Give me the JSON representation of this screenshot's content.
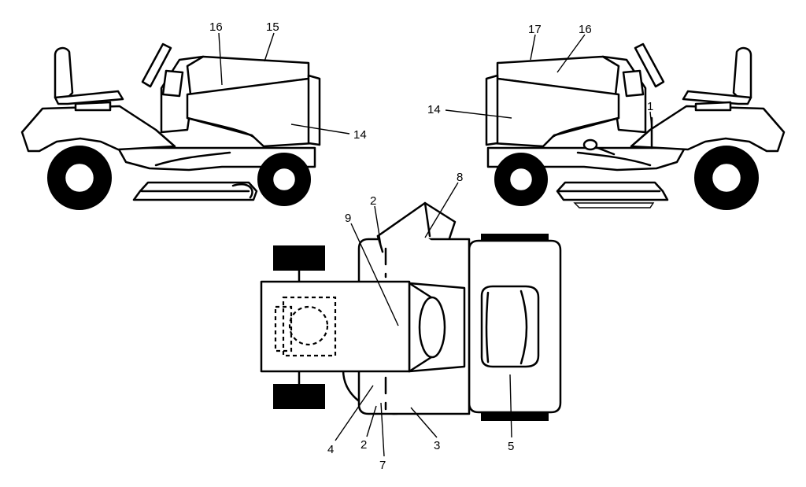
{
  "diagram": {
    "type": "parts-decal-location",
    "views": [
      "left-side",
      "right-side",
      "top"
    ],
    "callouts": {
      "left_16": "16",
      "left_15": "15",
      "left_14": "14",
      "right_17": "17",
      "right_16": "16",
      "right_14": "14",
      "right_1": "1",
      "top_8": "8",
      "top_2_upper": "2",
      "top_9": "9",
      "top_4": "4",
      "top_2_lower": "2",
      "top_7": "7",
      "top_3": "3",
      "top_5": "5"
    },
    "colors": {
      "line": "#000000",
      "background": "#ffffff"
    }
  }
}
